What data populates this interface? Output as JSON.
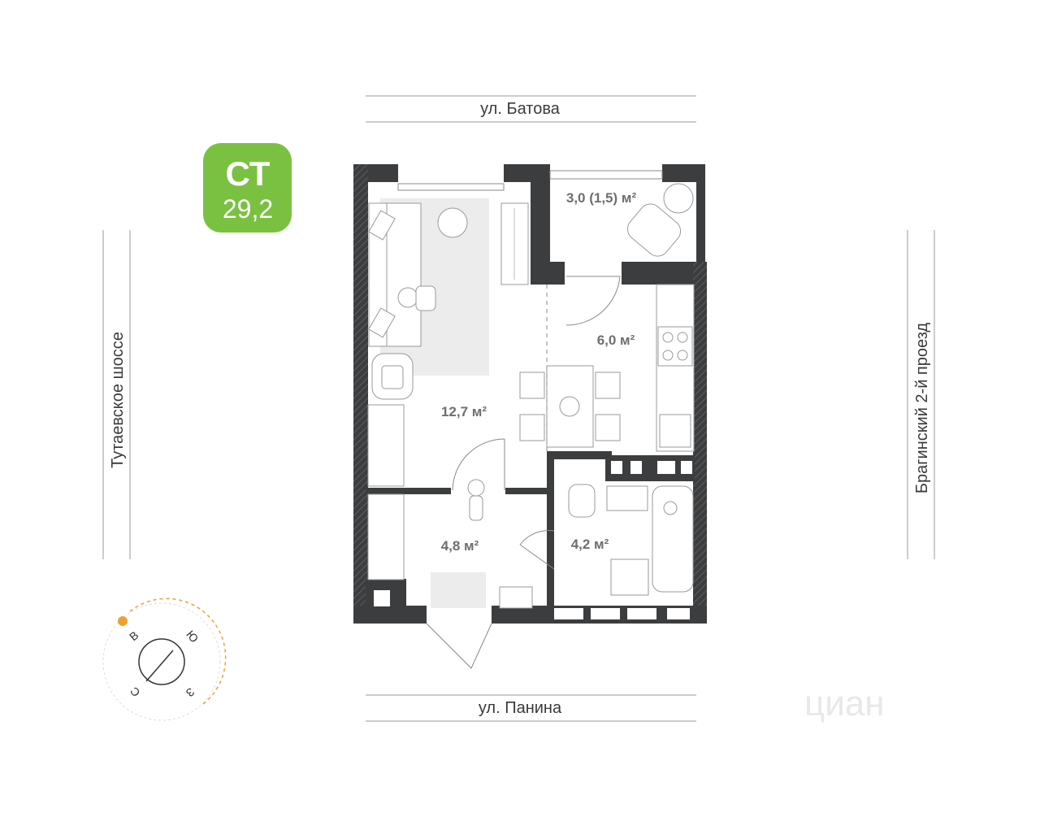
{
  "badge": {
    "type": "СТ",
    "area": "29,2",
    "color": "#7ac142"
  },
  "streets": {
    "top": "ул. Батова",
    "bottom": "ул. Панина",
    "left": "Тутаевское шоссе",
    "right": "Брагинский 2-й проезд"
  },
  "rooms": {
    "balcony": "3,0 (1,5) м²",
    "kitchen": "6,0 м²",
    "living": "12,7 м²",
    "hall": "4,8 м²",
    "bath": "4,2 м²"
  },
  "compass": {
    "east": "В",
    "south": "Ю",
    "north": "С",
    "west": "З",
    "sun_color": "#f0a030"
  },
  "watermark": "циан",
  "colors": {
    "wall": "#3c3d3f",
    "rug": "#ececec",
    "line": "#9a9a9a"
  }
}
